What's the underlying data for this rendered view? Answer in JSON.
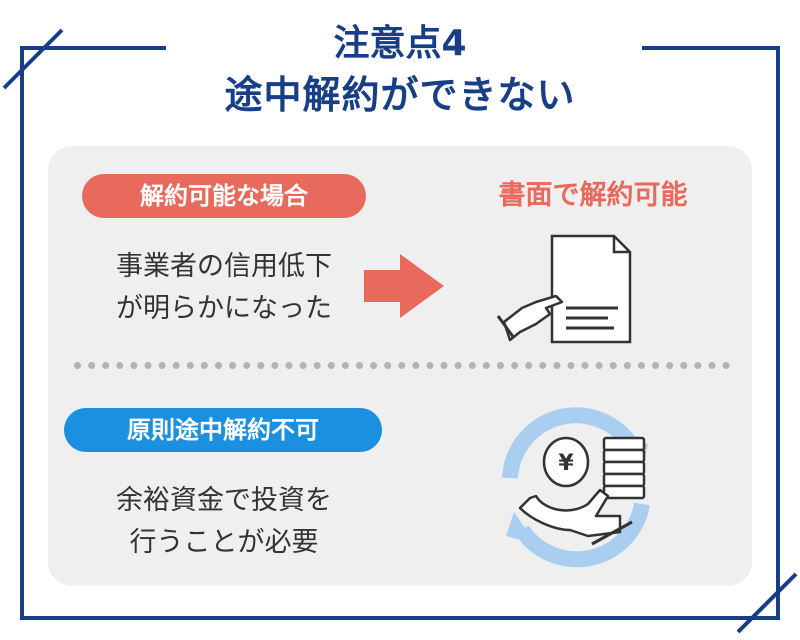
{
  "heading": {
    "line1": "注意点4",
    "line2": "途中解約ができない"
  },
  "cases": {
    "cancellable": {
      "badge": "解約可能な場合",
      "condition_line1": "事業者の信用低下",
      "condition_line2": "が明らかになった",
      "result": "書面で解約可能"
    },
    "not_cancellable": {
      "badge": "原則途中解約不可",
      "note_line1": "余裕資金で投資を",
      "note_line2": "行うことが必要"
    }
  },
  "icons": {
    "arrow": "right-arrow-icon",
    "document": "document-with-hand-icon",
    "money_cycle": "yen-coin-cycle-icon"
  },
  "colors": {
    "frame": "#173e86",
    "panel": "#efefef",
    "red": "#e86a5d",
    "blue": "#1b8fe0",
    "cycle": "#a9cef0",
    "text": "#333333"
  }
}
